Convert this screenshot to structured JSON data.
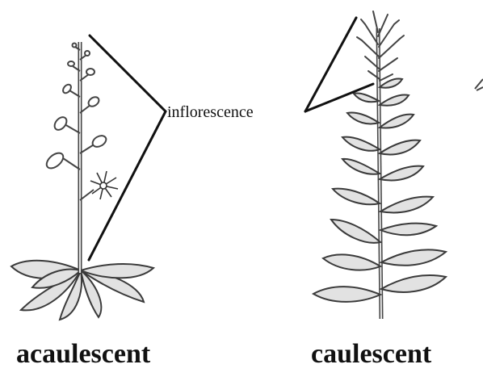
{
  "labels": {
    "callout": "inflorescence",
    "left_plant": "acaulescent",
    "right_plant": "caulescent"
  },
  "colors": {
    "ink": "#111111",
    "leaf_fill": "#e2e2e2",
    "leaf_stroke": "#3a3a3a",
    "stem": "#444444",
    "background": "#ffffff"
  }
}
